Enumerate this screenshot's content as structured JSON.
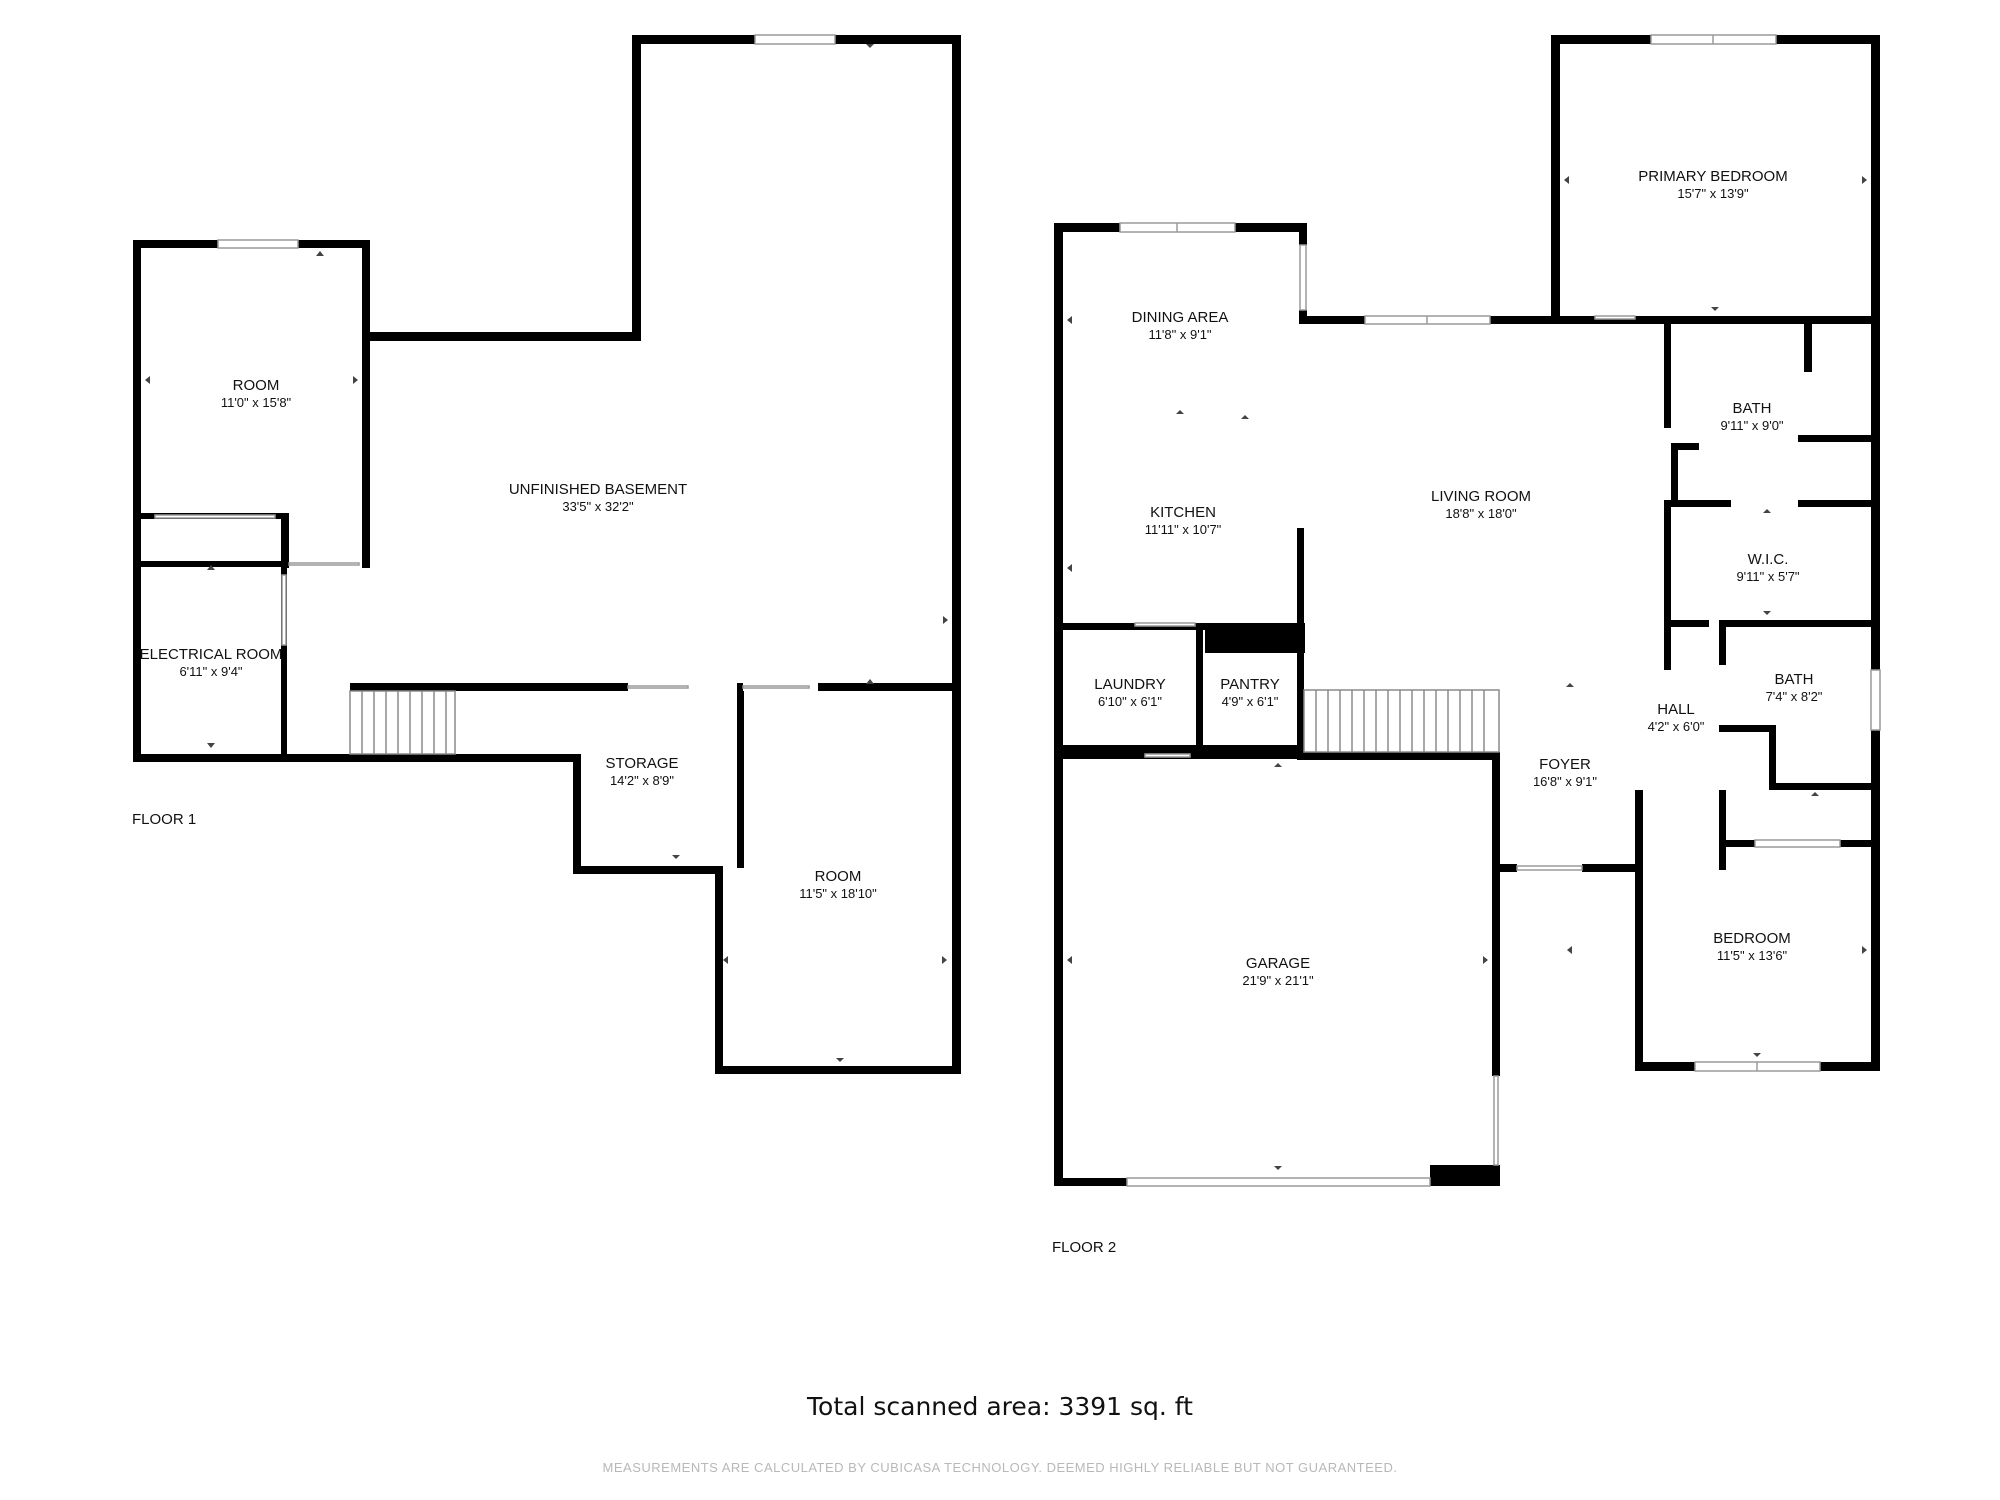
{
  "floors": [
    {
      "label": "FLOOR 1",
      "rooms": [
        {
          "name": "ROOM",
          "dims": "11'0\" x 15'8\""
        },
        {
          "name": "UNFINISHED BASEMENT",
          "dims": "33'5\" x 32'2\""
        },
        {
          "name": "ELECTRICAL ROOM",
          "dims": "6'11\" x 9'4\""
        },
        {
          "name": "STORAGE",
          "dims": "14'2\" x 8'9\""
        },
        {
          "name": "ROOM",
          "dims": "11'5\" x 18'10\""
        }
      ]
    },
    {
      "label": "FLOOR 2",
      "rooms": [
        {
          "name": "DINING AREA",
          "dims": "11'8\" x 9'1\""
        },
        {
          "name": "KITCHEN",
          "dims": "11'11\" x 10'7\""
        },
        {
          "name": "LIVING ROOM",
          "dims": "18'8\" x 18'0\""
        },
        {
          "name": "PRIMARY BEDROOM",
          "dims": "15'7\" x 13'9\""
        },
        {
          "name": "BATH",
          "dims": "9'11\" x 9'0\""
        },
        {
          "name": "W.I.C.",
          "dims": "9'11\" x 5'7\""
        },
        {
          "name": "LAUNDRY",
          "dims": "6'10\" x 6'1\""
        },
        {
          "name": "PANTRY",
          "dims": "4'9\" x 6'1\""
        },
        {
          "name": "BATH",
          "dims": "7'4\" x 8'2\""
        },
        {
          "name": "HALL",
          "dims": "4'2\" x 6'0\""
        },
        {
          "name": "FOYER",
          "dims": "16'8\" x 9'1\""
        },
        {
          "name": "GARAGE",
          "dims": "21'9\" x 21'1\""
        },
        {
          "name": "BEDROOM",
          "dims": "11'5\" x 13'6\""
        }
      ]
    }
  ],
  "total_area": "Total scanned area: 3391 sq. ft",
  "disclaimer": "MEASUREMENTS ARE CALCULATED BY CUBICASA TECHNOLOGY. DEEMED HIGHLY RELIABLE BUT NOT GUARANTEED."
}
